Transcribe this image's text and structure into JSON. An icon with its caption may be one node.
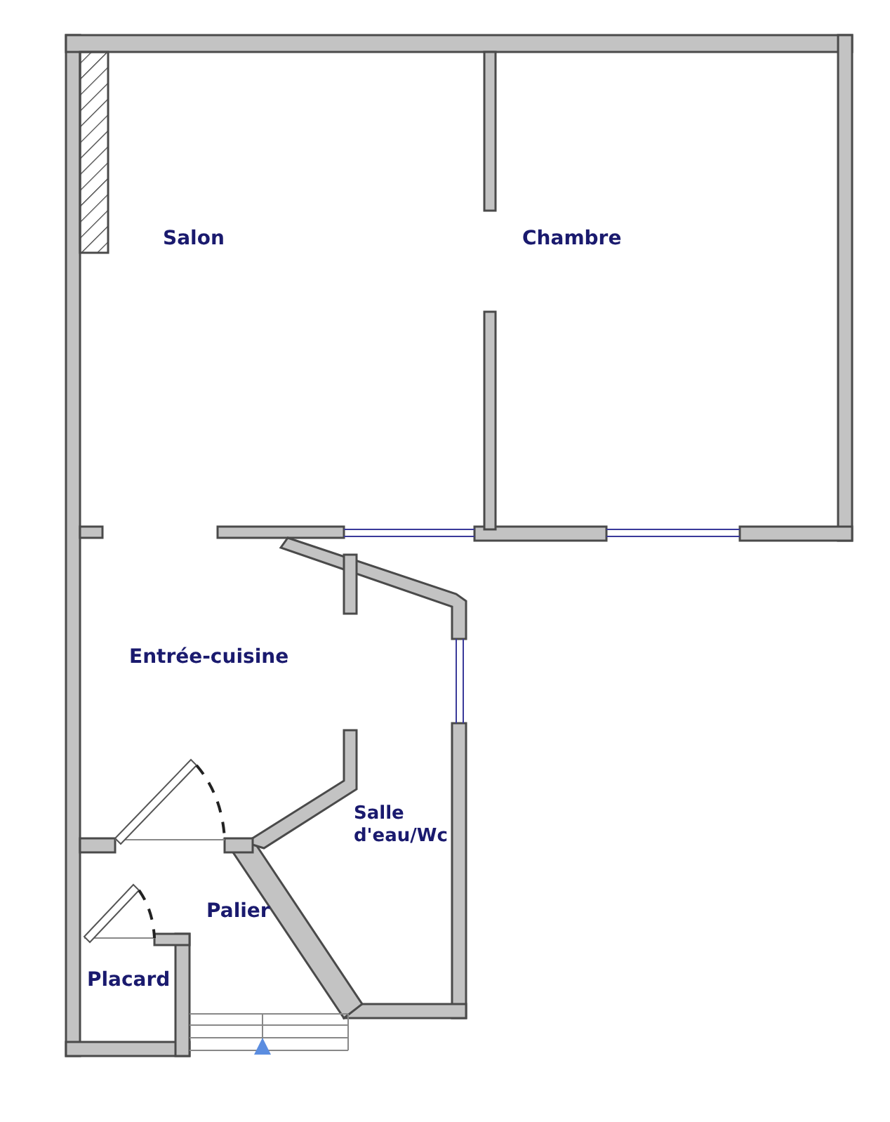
{
  "diagram": {
    "labels": [
      "Salon",
      "Chambre",
      "Entrée-cuisine",
      "Salle d'eau/Wc",
      "Palier",
      "Placard"
    ]
  }
}
